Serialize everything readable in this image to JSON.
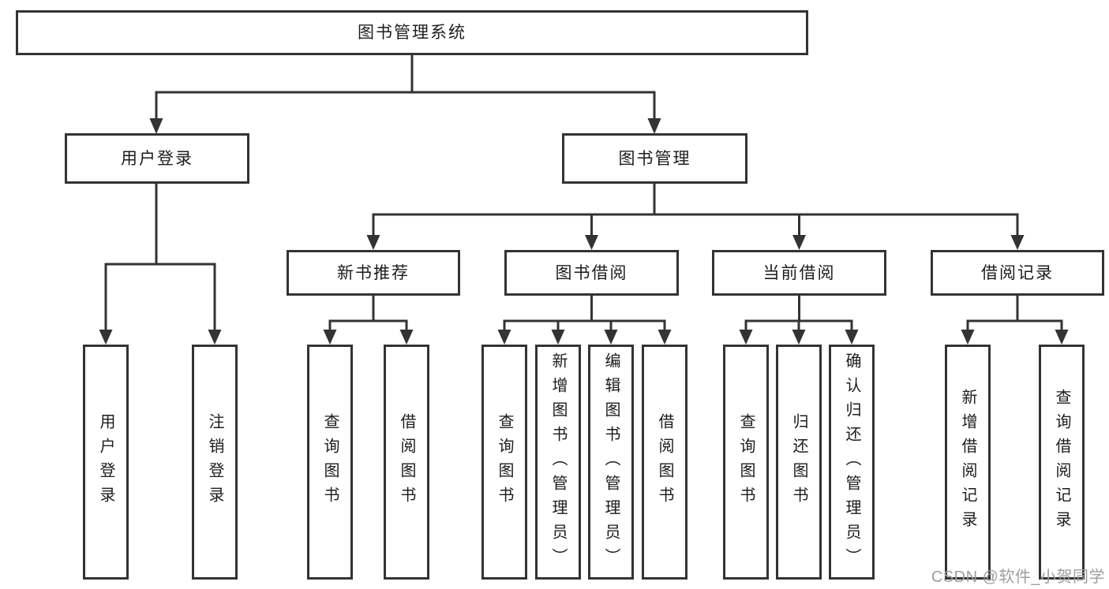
{
  "tree": {
    "label": "图书管理系统",
    "children": [
      {
        "label": "用户登录",
        "children": [
          {
            "label": "用户登录"
          },
          {
            "label": "注销登录"
          }
        ]
      },
      {
        "label": "图书管理",
        "children": [
          {
            "label": "新书推荐",
            "children": [
              {
                "label": "查询图书"
              },
              {
                "label": "借阅图书"
              }
            ]
          },
          {
            "label": "图书借阅",
            "children": [
              {
                "label": "查询图书"
              },
              {
                "label": "新增图书（管理员）"
              },
              {
                "label": "编辑图书（管理员）"
              },
              {
                "label": "借阅图书"
              }
            ]
          },
          {
            "label": "当前借阅",
            "children": [
              {
                "label": "查询图书"
              },
              {
                "label": "归还图书"
              },
              {
                "label": "确认归还（管理员）"
              }
            ]
          },
          {
            "label": "借阅记录",
            "children": [
              {
                "label": "新增借阅记录"
              },
              {
                "label": "查询借阅记录"
              }
            ]
          }
        ]
      }
    ]
  },
  "watermark": "CSDN @软件_小贺同学",
  "colors": {
    "line": "#333333",
    "text": "#1c1c1c",
    "watermark": "#9e9e9e",
    "background": "#ffffff"
  }
}
